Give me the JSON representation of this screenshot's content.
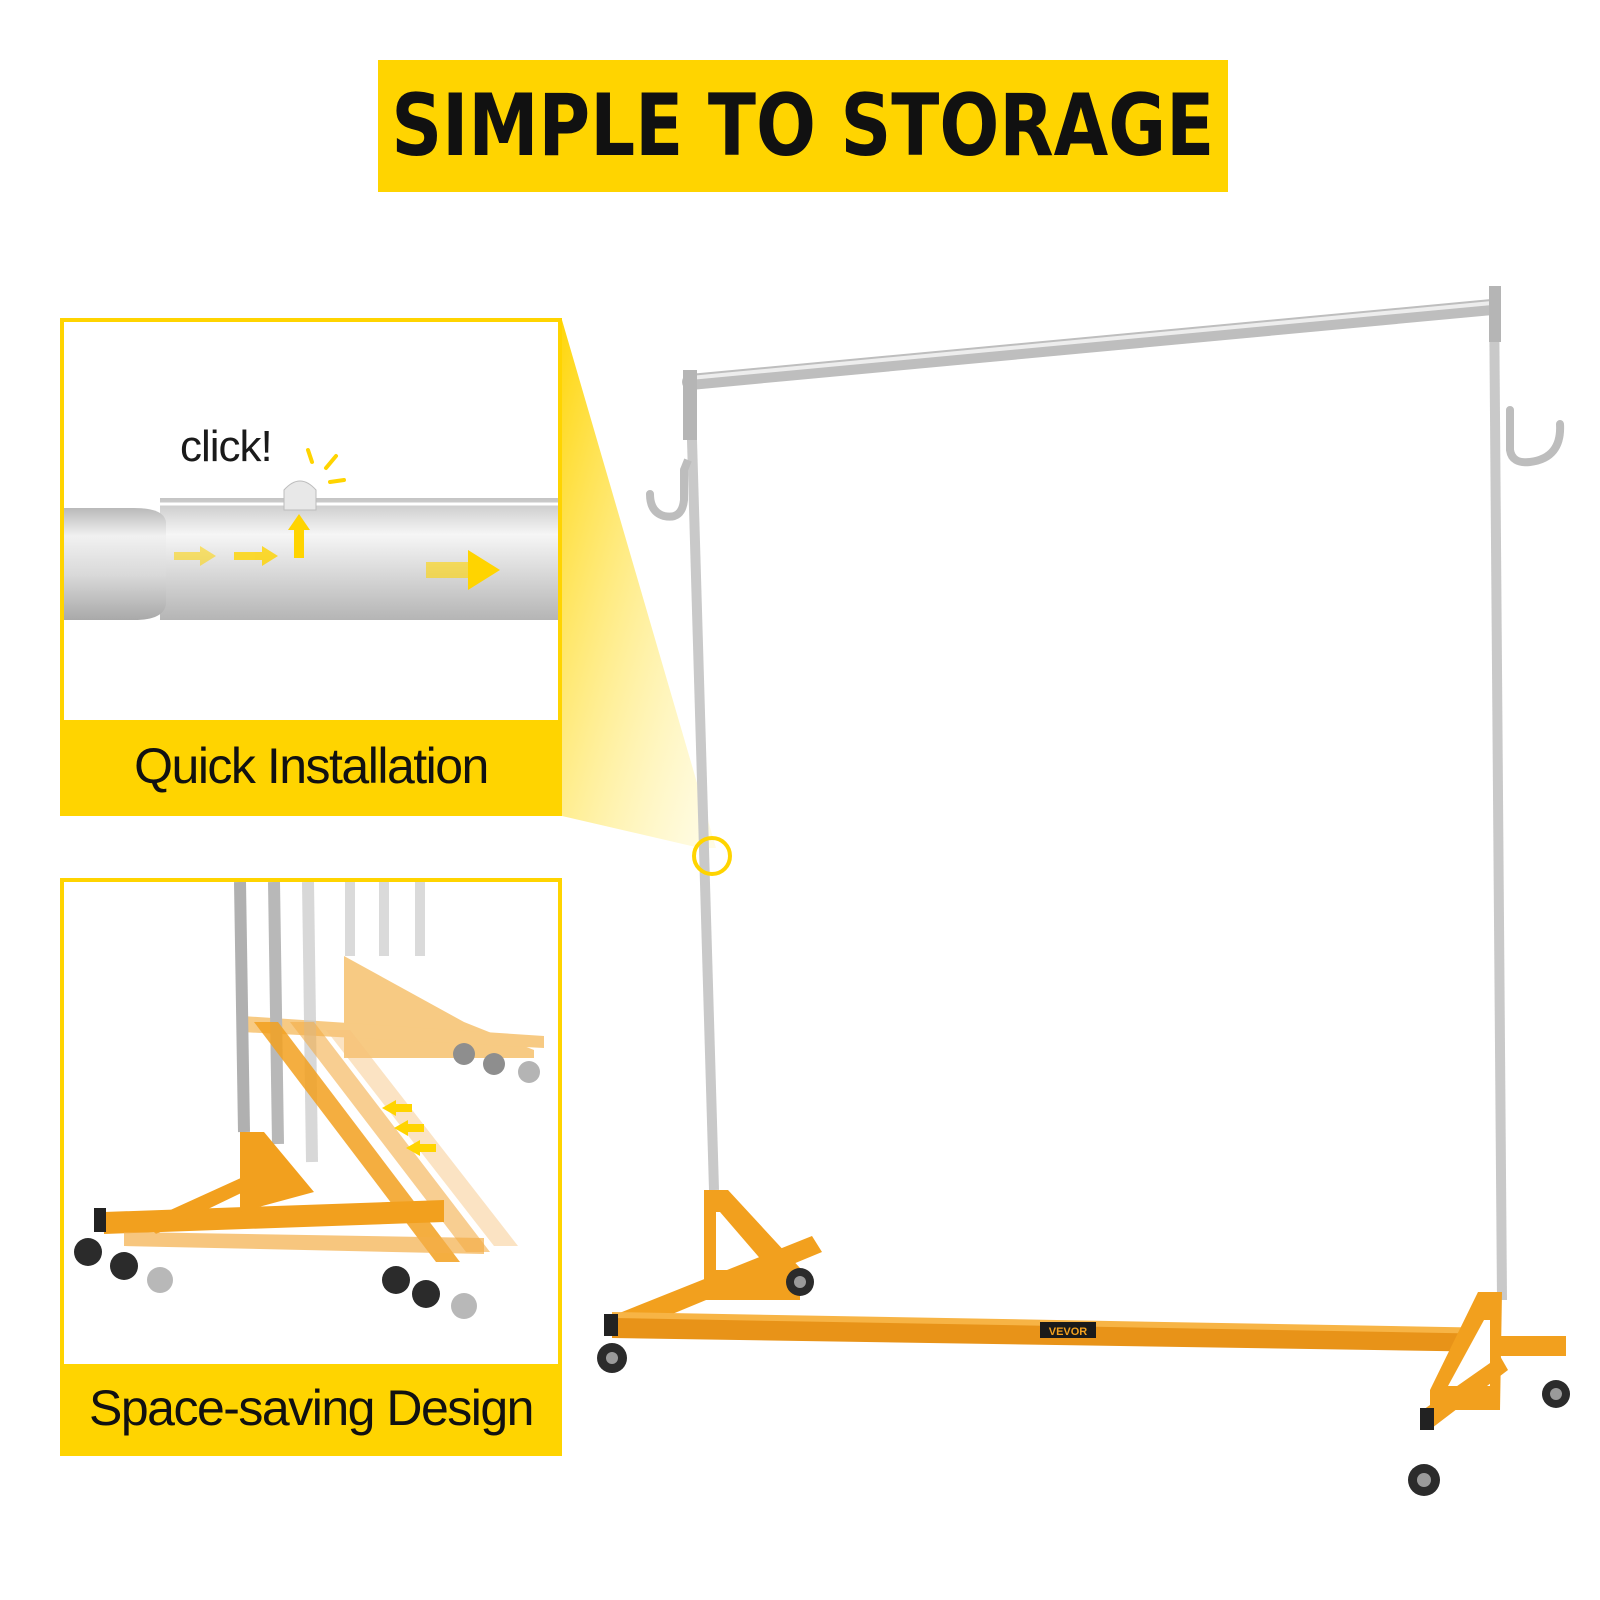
{
  "banner": {
    "title": "SIMPLE TO STORAGE"
  },
  "panels": {
    "installation": {
      "callout": "click!",
      "label": "Quick Installation"
    },
    "space_saving": {
      "label": "Space-saving Design"
    }
  },
  "product": {
    "brand": "VEVOR"
  },
  "colors": {
    "accent": "#FFD400",
    "frame": "#F2A01E",
    "chrome": "#CFCFCF"
  },
  "icons": [
    "arrow-right-icon",
    "arrow-up-icon",
    "arrow-left-icon",
    "highlight-circle-icon"
  ]
}
